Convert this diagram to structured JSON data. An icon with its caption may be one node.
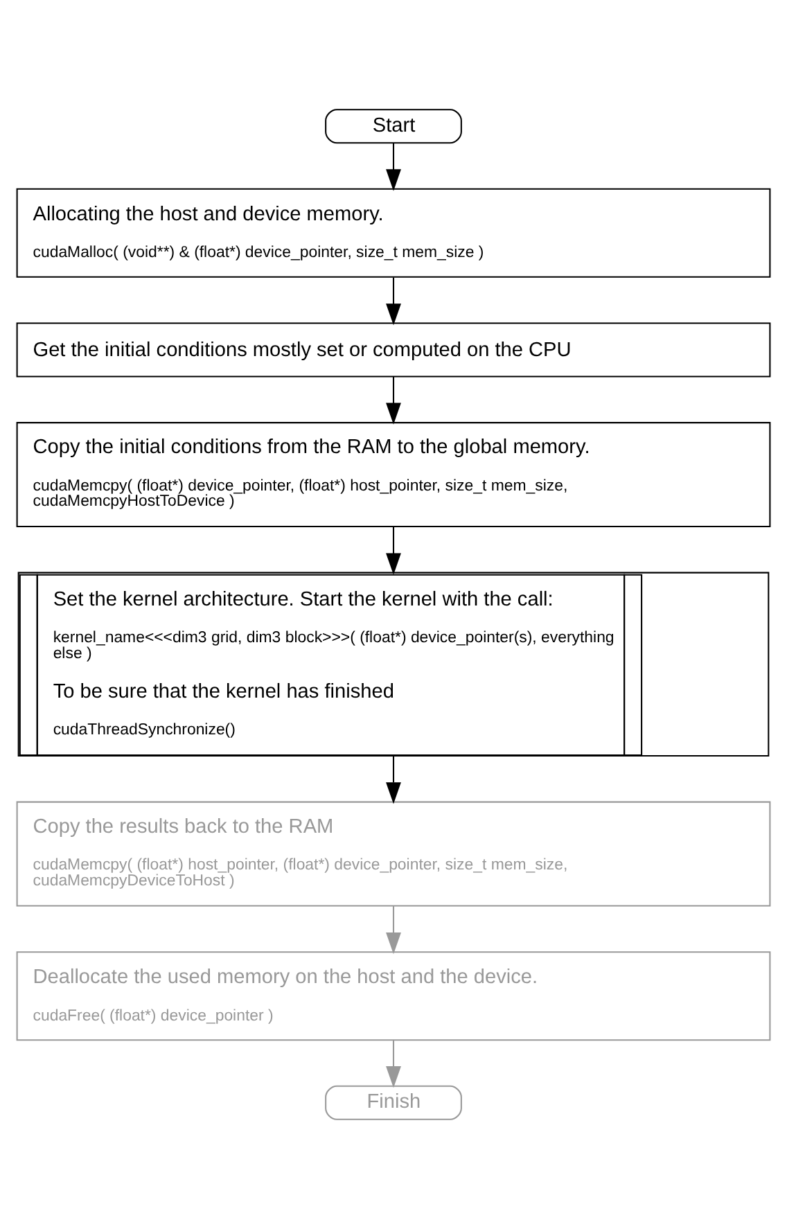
{
  "diagram": {
    "nodes": [
      {
        "text": [
          "Start"
        ]
      },
      {
        "text": [
          "Allocating the host and device memory.",
          "cudaMalloc( (void**) & (float*) device_pointer, size_t mem_size )"
        ]
      },
      {
        "text": [
          "Get the initial conditions mostly set or computed on the CPU"
        ]
      },
      {
        "text": [
          "Copy the initial conditions from the RAM to the global memory.",
          "cudaMemcpy( (float*) device_pointer, (float*) host_pointer, size_t mem_size, cudaMemcpyHostToDevice )"
        ]
      },
      {
        "text": [
          "Set the kernel architecture. Start the kernel with the call:",
          "kernel_name<<<dim3 grid, dim3 block>>>( (float*) device_pointer(s), everything else )",
          "To be sure that the kernel has finished",
          "cudaThreadSynchronize()"
        ]
      },
      {
        "text": [
          "Copy the results back to the RAM",
          "cudaMemcpy( (float*) host_pointer, (float*) device_pointer, size_t mem_size, cudaMemcpyDeviceToHost )"
        ]
      },
      {
        "text": [
          "Deallocate the used memory on the host and the device.",
          "cudaFree( (float*) device_pointer )"
        ]
      },
      {
        "text": [
          "Finish"
        ]
      }
    ],
    "edges": [
      {
        "from": 0,
        "to": 1,
        "arrow": "to"
      },
      {
        "from": 1,
        "to": 2,
        "arrow": "to"
      },
      {
        "from": 2,
        "to": 3,
        "arrow": "to"
      },
      {
        "from": 3,
        "to": 4,
        "arrow": "to"
      },
      {
        "from": 4,
        "to": 5,
        "arrow": "to"
      },
      {
        "from": 5,
        "to": 6,
        "arrow": "to",
        "color": "#999999"
      },
      {
        "from": 6,
        "to": 7,
        "arrow": "to",
        "color": "#999999"
      }
    ]
  }
}
